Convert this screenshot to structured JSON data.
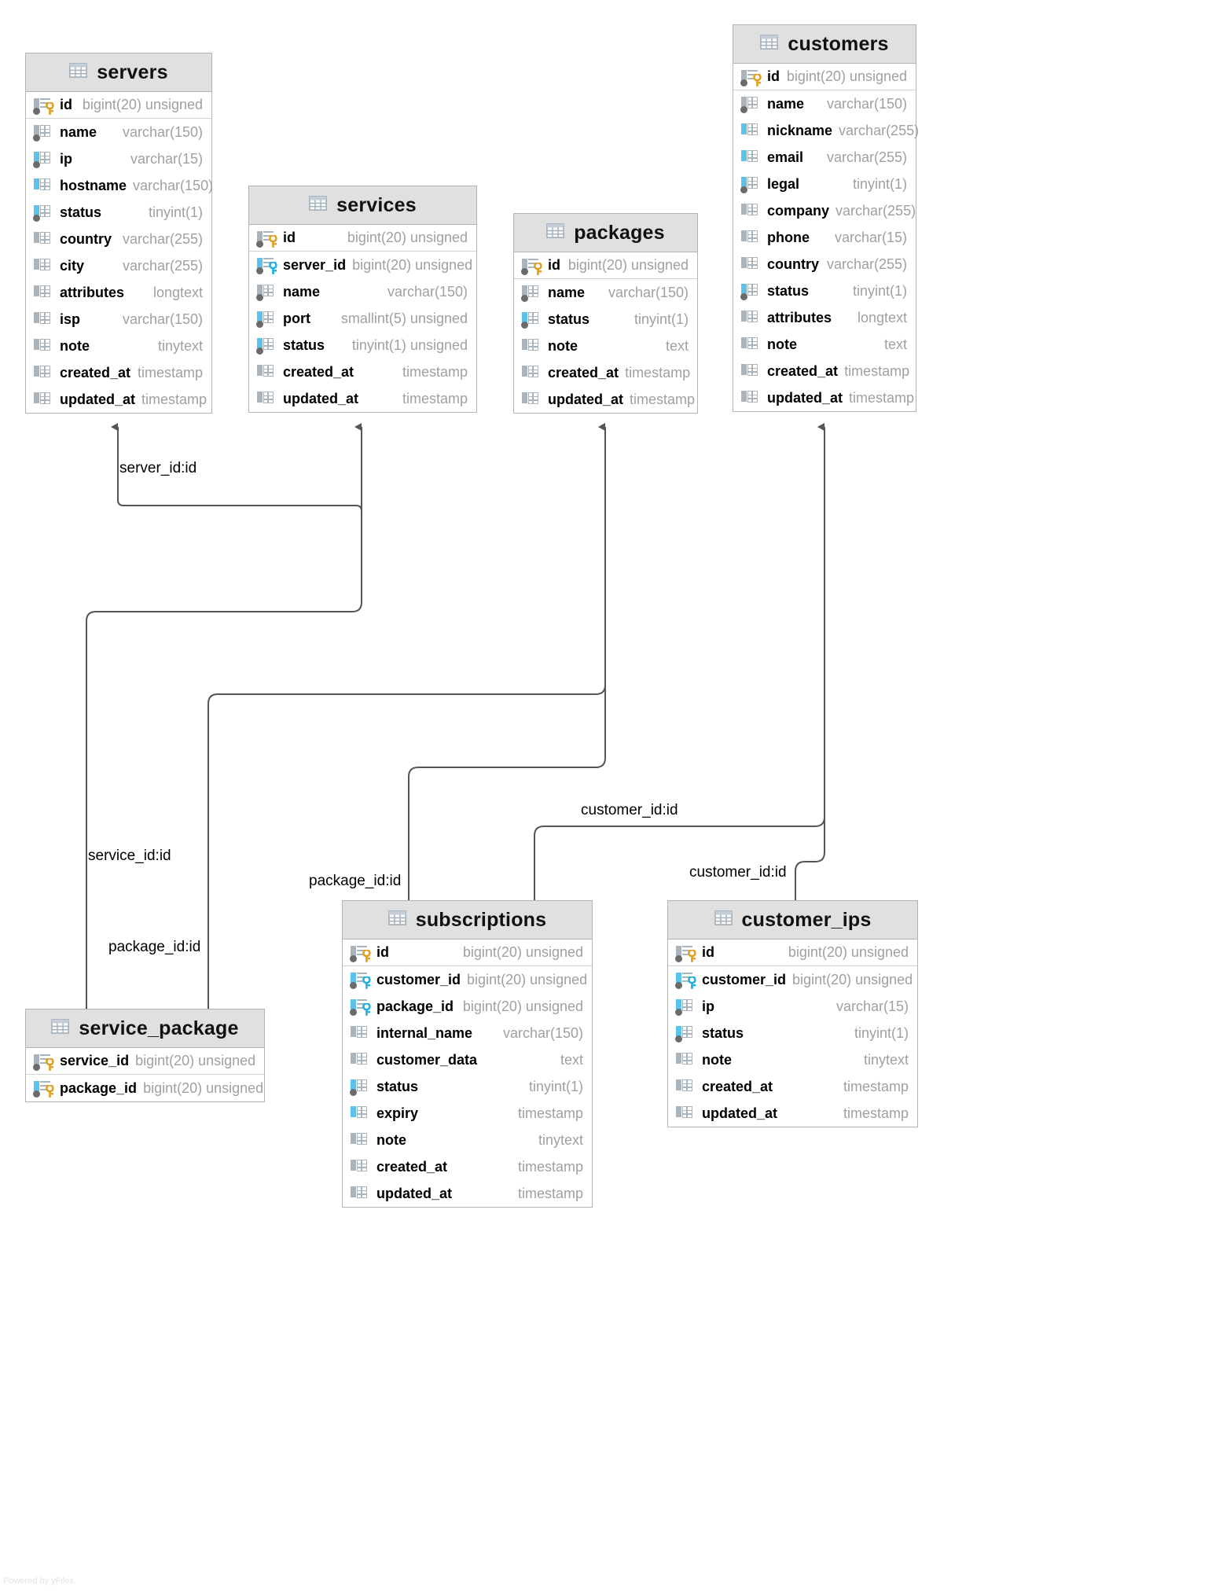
{
  "diagram": {
    "type": "entity-relationship-diagram",
    "watermark": "Powered by yFiles",
    "colors": {
      "header_bg": "#e0e0e0",
      "border": "#b4b4b4",
      "pk_key": "#e0a020",
      "fk_key": "#22b0e0",
      "indexed_bar": "#5bc2ea",
      "plain_bar": "#a9b4bd",
      "type_text": "#a0a0a0",
      "edge": "#555555"
    }
  },
  "entities": [
    {
      "name": "servers",
      "columns": [
        {
          "name": "id",
          "type": "bigint(20) unsigned",
          "icon": "pk-key",
          "bar": "gray",
          "dot": true
        },
        {
          "name": "name",
          "type": "varchar(150)",
          "icon": "grid",
          "bar": "gray",
          "dot": true
        },
        {
          "name": "ip",
          "type": "varchar(15)",
          "icon": "grid",
          "bar": "blue",
          "dot": true
        },
        {
          "name": "hostname",
          "type": "varchar(150)",
          "icon": "grid",
          "bar": "blue",
          "dot": false
        },
        {
          "name": "status",
          "type": "tinyint(1)",
          "icon": "grid",
          "bar": "blue",
          "dot": true
        },
        {
          "name": "country",
          "type": "varchar(255)",
          "icon": "grid",
          "bar": "gray",
          "dot": false
        },
        {
          "name": "city",
          "type": "varchar(255)",
          "icon": "grid",
          "bar": "gray",
          "dot": false
        },
        {
          "name": "attributes",
          "type": "longtext",
          "icon": "grid",
          "bar": "gray",
          "dot": false
        },
        {
          "name": "isp",
          "type": "varchar(150)",
          "icon": "grid",
          "bar": "gray",
          "dot": false
        },
        {
          "name": "note",
          "type": "tinytext",
          "icon": "grid",
          "bar": "gray",
          "dot": false
        },
        {
          "name": "created_at",
          "type": "timestamp",
          "icon": "grid",
          "bar": "gray",
          "dot": false
        },
        {
          "name": "updated_at",
          "type": "timestamp",
          "icon": "grid",
          "bar": "gray",
          "dot": false
        }
      ]
    },
    {
      "name": "services",
      "columns": [
        {
          "name": "id",
          "type": "bigint(20) unsigned",
          "icon": "pk-key",
          "bar": "gray",
          "dot": true
        },
        {
          "name": "server_id",
          "type": "bigint(20) unsigned",
          "icon": "fk-key",
          "bar": "blue",
          "dot": true
        },
        {
          "name": "name",
          "type": "varchar(150)",
          "icon": "grid",
          "bar": "gray",
          "dot": true
        },
        {
          "name": "port",
          "type": "smallint(5) unsigned",
          "icon": "grid",
          "bar": "blue",
          "dot": true
        },
        {
          "name": "status",
          "type": "tinyint(1) unsigned",
          "icon": "grid",
          "bar": "blue",
          "dot": true
        },
        {
          "name": "created_at",
          "type": "timestamp",
          "icon": "grid",
          "bar": "gray",
          "dot": false
        },
        {
          "name": "updated_at",
          "type": "timestamp",
          "icon": "grid",
          "bar": "gray",
          "dot": false
        }
      ]
    },
    {
      "name": "packages",
      "columns": [
        {
          "name": "id",
          "type": "bigint(20) unsigned",
          "icon": "pk-key",
          "bar": "gray",
          "dot": true
        },
        {
          "name": "name",
          "type": "varchar(150)",
          "icon": "grid",
          "bar": "gray",
          "dot": true
        },
        {
          "name": "status",
          "type": "tinyint(1)",
          "icon": "grid",
          "bar": "blue",
          "dot": true
        },
        {
          "name": "note",
          "type": "text",
          "icon": "grid",
          "bar": "gray",
          "dot": false
        },
        {
          "name": "created_at",
          "type": "timestamp",
          "icon": "grid",
          "bar": "gray",
          "dot": false
        },
        {
          "name": "updated_at",
          "type": "timestamp",
          "icon": "grid",
          "bar": "gray",
          "dot": false
        }
      ]
    },
    {
      "name": "customers",
      "columns": [
        {
          "name": "id",
          "type": "bigint(20) unsigned",
          "icon": "pk-key",
          "bar": "gray",
          "dot": true
        },
        {
          "name": "name",
          "type": "varchar(150)",
          "icon": "grid",
          "bar": "gray",
          "dot": true
        },
        {
          "name": "nickname",
          "type": "varchar(255)",
          "icon": "grid",
          "bar": "blue",
          "dot": false
        },
        {
          "name": "email",
          "type": "varchar(255)",
          "icon": "grid",
          "bar": "blue",
          "dot": false
        },
        {
          "name": "legal",
          "type": "tinyint(1)",
          "icon": "grid",
          "bar": "blue",
          "dot": true
        },
        {
          "name": "company",
          "type": "varchar(255)",
          "icon": "grid",
          "bar": "gray",
          "dot": false
        },
        {
          "name": "phone",
          "type": "varchar(15)",
          "icon": "grid",
          "bar": "gray",
          "dot": false
        },
        {
          "name": "country",
          "type": "varchar(255)",
          "icon": "grid",
          "bar": "gray",
          "dot": false
        },
        {
          "name": "status",
          "type": "tinyint(1)",
          "icon": "grid",
          "bar": "blue",
          "dot": true
        },
        {
          "name": "attributes",
          "type": "longtext",
          "icon": "grid",
          "bar": "gray",
          "dot": false
        },
        {
          "name": "note",
          "type": "text",
          "icon": "grid",
          "bar": "gray",
          "dot": false
        },
        {
          "name": "created_at",
          "type": "timestamp",
          "icon": "grid",
          "bar": "gray",
          "dot": false
        },
        {
          "name": "updated_at",
          "type": "timestamp",
          "icon": "grid",
          "bar": "gray",
          "dot": false
        }
      ]
    },
    {
      "name": "service_package",
      "columns": [
        {
          "name": "service_id",
          "type": "bigint(20) unsigned",
          "icon": "pk-key",
          "bar": "gray",
          "dot": true
        },
        {
          "name": "package_id",
          "type": "bigint(20) unsigned",
          "icon": "pk-key",
          "bar": "blue",
          "dot": true
        }
      ]
    },
    {
      "name": "subscriptions",
      "columns": [
        {
          "name": "id",
          "type": "bigint(20) unsigned",
          "icon": "pk-key",
          "bar": "gray",
          "dot": true
        },
        {
          "name": "customer_id",
          "type": "bigint(20) unsigned",
          "icon": "fk-key",
          "bar": "blue",
          "dot": true
        },
        {
          "name": "package_id",
          "type": "bigint(20) unsigned",
          "icon": "fk-key",
          "bar": "blue",
          "dot": true
        },
        {
          "name": "internal_name",
          "type": "varchar(150)",
          "icon": "grid",
          "bar": "gray",
          "dot": false
        },
        {
          "name": "customer_data",
          "type": "text",
          "icon": "grid",
          "bar": "gray",
          "dot": false
        },
        {
          "name": "status",
          "type": "tinyint(1)",
          "icon": "grid",
          "bar": "blue",
          "dot": true
        },
        {
          "name": "expiry",
          "type": "timestamp",
          "icon": "grid",
          "bar": "blue",
          "dot": false
        },
        {
          "name": "note",
          "type": "tinytext",
          "icon": "grid",
          "bar": "gray",
          "dot": false
        },
        {
          "name": "created_at",
          "type": "timestamp",
          "icon": "grid",
          "bar": "gray",
          "dot": false
        },
        {
          "name": "updated_at",
          "type": "timestamp",
          "icon": "grid",
          "bar": "gray",
          "dot": false
        }
      ]
    },
    {
      "name": "customer_ips",
      "columns": [
        {
          "name": "id",
          "type": "bigint(20) unsigned",
          "icon": "pk-key",
          "bar": "gray",
          "dot": true
        },
        {
          "name": "customer_id",
          "type": "bigint(20) unsigned",
          "icon": "fk-key",
          "bar": "blue",
          "dot": true
        },
        {
          "name": "ip",
          "type": "varchar(15)",
          "icon": "grid",
          "bar": "blue",
          "dot": true
        },
        {
          "name": "status",
          "type": "tinyint(1)",
          "icon": "grid",
          "bar": "blue",
          "dot": true
        },
        {
          "name": "note",
          "type": "tinytext",
          "icon": "grid",
          "bar": "gray",
          "dot": false
        },
        {
          "name": "created_at",
          "type": "timestamp",
          "icon": "grid",
          "bar": "gray",
          "dot": false
        },
        {
          "name": "updated_at",
          "type": "timestamp",
          "icon": "grid",
          "bar": "gray",
          "dot": false
        }
      ]
    }
  ],
  "relationships": [
    {
      "label": "server_id:id",
      "from": "services",
      "to": "servers"
    },
    {
      "label": "service_id:id",
      "from": "service_package",
      "to": "services"
    },
    {
      "label": "package_id:id",
      "from": "service_package",
      "to": "packages"
    },
    {
      "label": "package_id:id",
      "from": "subscriptions",
      "to": "packages"
    },
    {
      "label": "customer_id:id",
      "from": "subscriptions",
      "to": "customers"
    },
    {
      "label": "customer_id:id",
      "from": "customer_ips",
      "to": "customers"
    }
  ]
}
